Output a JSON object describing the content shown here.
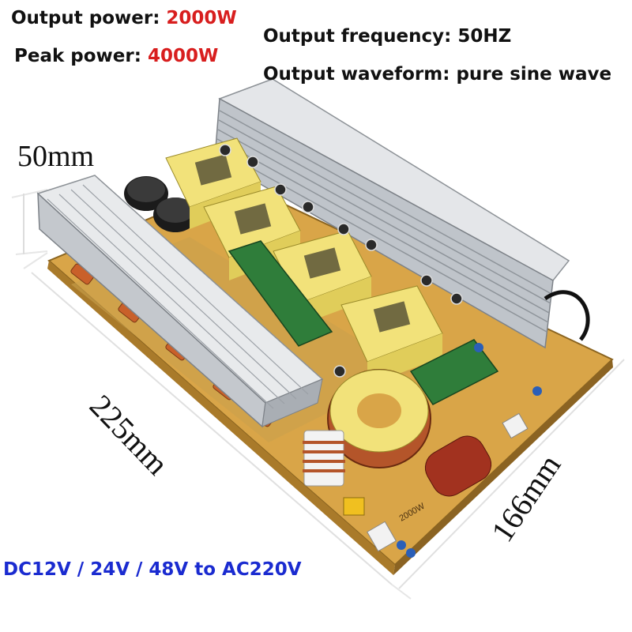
{
  "specs": {
    "output_power_label": "Output power: ",
    "output_power_value": "2000W",
    "peak_power_label": "Peak power: ",
    "peak_power_value": "4000W",
    "output_frequency": "Output frequency: 50HZ",
    "output_waveform": "Output waveform: pure sine wave"
  },
  "dimensions": {
    "height": "50mm",
    "length": "225mm",
    "width": "166mm"
  },
  "voltage": "DC12V / 24V / 48V to AC220V",
  "board_marking": "2000W",
  "colors": {
    "spec_text": "#111111",
    "highlight_value": "#d81e1e",
    "voltage_text": "#1a2bd0",
    "pcb": "#d9a548",
    "heatsink": "#c9cdd2",
    "transformer_tape": "#f2e27a",
    "copper_coil": "#b4552a"
  }
}
